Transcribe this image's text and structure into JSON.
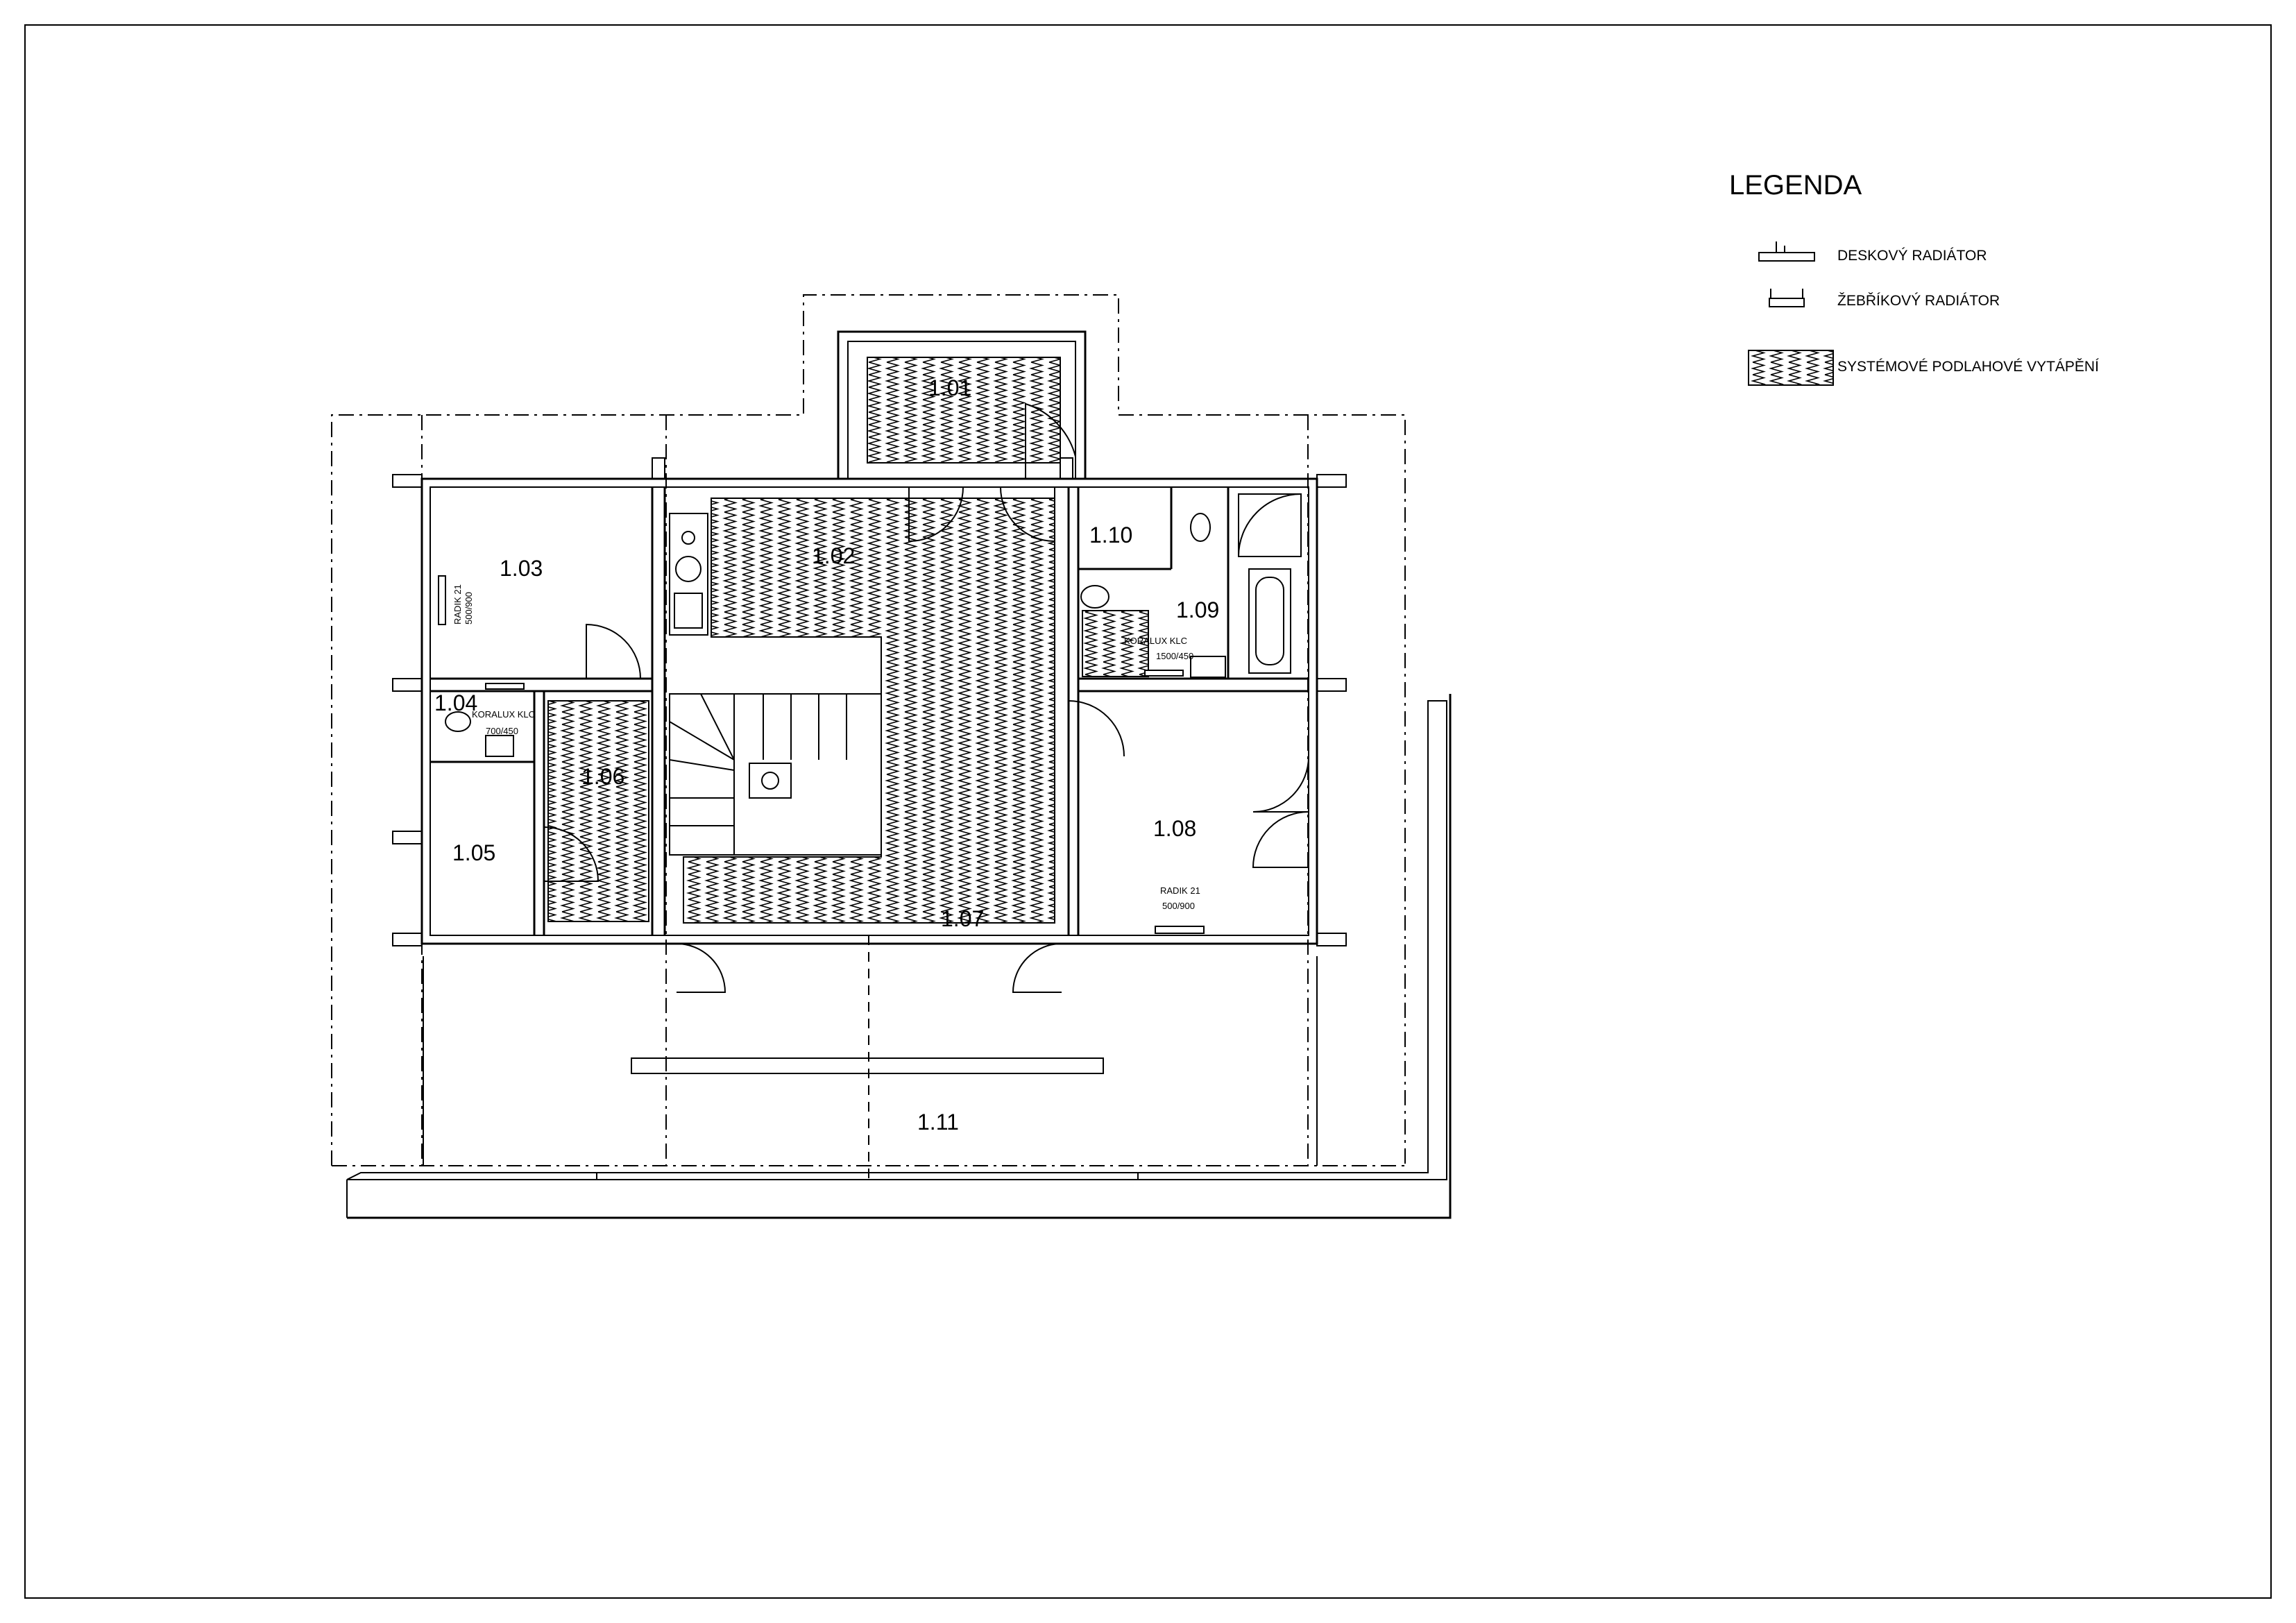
{
  "rooms": {
    "r101": "1.01",
    "r102": "1.02",
    "r103": "1.03",
    "r104": "1.04",
    "r105": "1.05",
    "r106": "1.06",
    "r107": "1.07",
    "r108": "1.08",
    "r109": "1.09",
    "r110": "1.10",
    "r111": "1.11"
  },
  "radiators": {
    "r103_name": "RADIK 21",
    "r103_size": "500/900",
    "r104_name": "KORALUX KLC",
    "r104_size": "700/450",
    "r109_name": "KORALUX KLC",
    "r109_size": "1500/450",
    "r108_name": "RADIK 21",
    "r108_size": "500/900"
  },
  "legend": {
    "title": "LEGENDA",
    "items": [
      {
        "symbol": "panel-radiator-icon",
        "label": "DESKOVÝ RADIÁTOR"
      },
      {
        "symbol": "ladder-radiator-icon",
        "label": "ŽEBŘÍKOVÝ RADIÁTOR"
      },
      {
        "symbol": "floor-heating-hatch-icon",
        "label": "SYSTÉMOVÉ PODLAHOVÉ VYTÁPĚNÍ"
      }
    ]
  }
}
